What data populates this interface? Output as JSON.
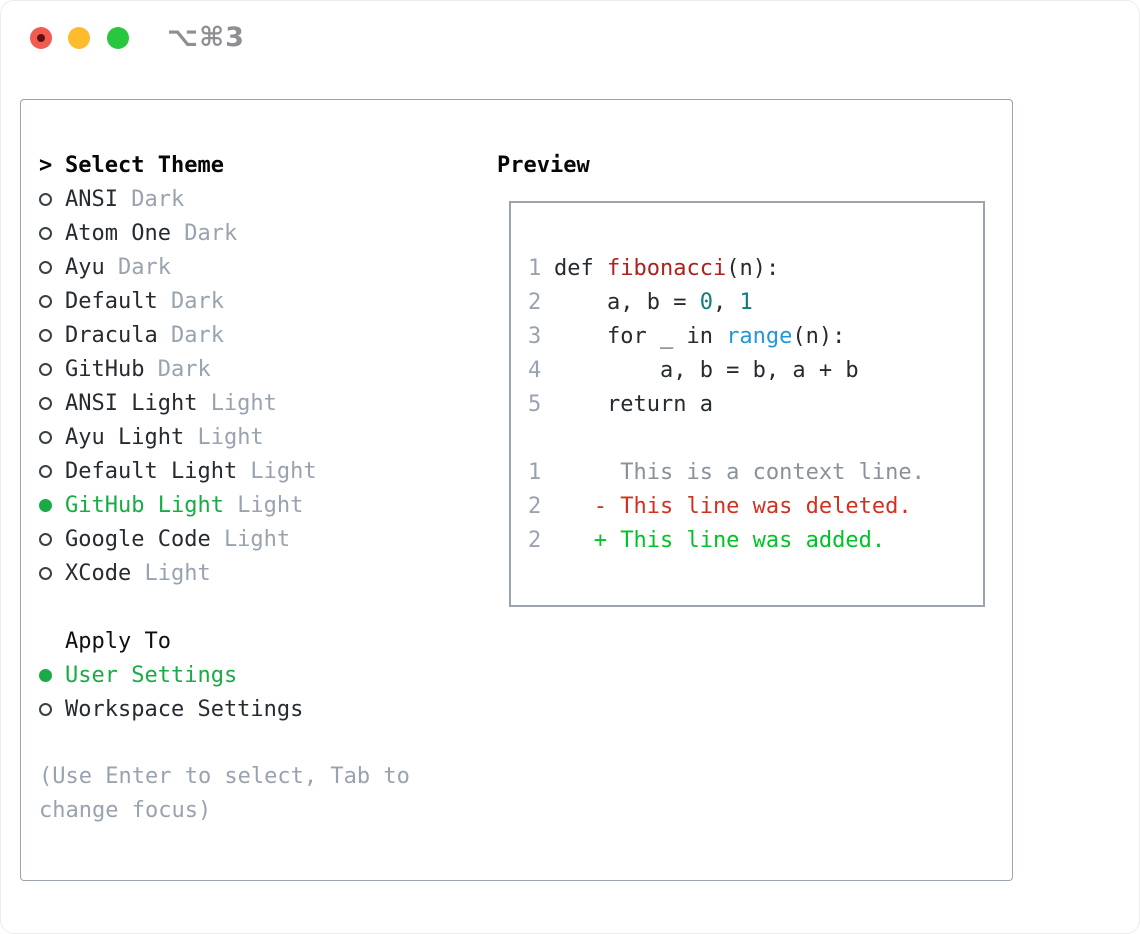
{
  "titlebar": {
    "title": "⌥⌘3"
  },
  "colors": {
    "ink": "#262b31",
    "heading": "#060708",
    "dim": "#99a3af",
    "context": "#8a9199",
    "green-select": "#19ab45",
    "green-added": "#00c326",
    "red-function": "#ae211c",
    "red-deleted": "#d2311f",
    "teal-number": "#0f7d7a",
    "blue-builtin": "#2398d8",
    "panel-border": "#9aa3ae",
    "title-gray": "#8e8e93",
    "circle-stroke": "#3b4148",
    "traffic-red": "#f25b51",
    "traffic-red-dot": "#5f100c",
    "traffic-yellow": "#fdbc2e",
    "traffic-green": "#29c73f"
  },
  "theme_section": {
    "prompt": ">",
    "heading": "Select Theme",
    "items": [
      {
        "name": "ANSI",
        "tag": "Dark",
        "selected": false
      },
      {
        "name": "Atom One",
        "tag": "Dark",
        "selected": false
      },
      {
        "name": "Ayu",
        "tag": "Dark",
        "selected": false
      },
      {
        "name": "Default",
        "tag": "Dark",
        "selected": false
      },
      {
        "name": "Dracula",
        "tag": "Dark",
        "selected": false
      },
      {
        "name": "GitHub",
        "tag": "Dark",
        "selected": false
      },
      {
        "name": "ANSI Light",
        "tag": "Light",
        "selected": false
      },
      {
        "name": "Ayu Light",
        "tag": "Light",
        "selected": false
      },
      {
        "name": "Default Light",
        "tag": "Light",
        "selected": false
      },
      {
        "name": "GitHub Light",
        "tag": "Light",
        "selected": true
      },
      {
        "name": "Google Code",
        "tag": "Light",
        "selected": false
      },
      {
        "name": "XCode",
        "tag": "Light",
        "selected": false
      }
    ]
  },
  "apply_section": {
    "heading": "Apply To",
    "items": [
      {
        "name": "User Settings",
        "selected": true
      },
      {
        "name": "Workspace Settings",
        "selected": false
      }
    ]
  },
  "hint": "(Use Enter to select, Tab to change focus)",
  "preview": {
    "heading": "Preview",
    "lines": [
      {
        "num": "1",
        "segments": [
          {
            "text": "def ",
            "color": "fg"
          },
          {
            "text": "fibonacci",
            "color": "func"
          },
          {
            "text": "(n):",
            "color": "fg"
          }
        ]
      },
      {
        "num": "2",
        "segments": [
          {
            "text": "    a, b = ",
            "color": "fg"
          },
          {
            "text": "0",
            "color": "num"
          },
          {
            "text": ", ",
            "color": "fg"
          },
          {
            "text": "1",
            "color": "num"
          }
        ]
      },
      {
        "num": "3",
        "segments": [
          {
            "text": "    for _ in ",
            "color": "fg"
          },
          {
            "text": "range",
            "color": "builtin"
          },
          {
            "text": "(n):",
            "color": "fg"
          }
        ]
      },
      {
        "num": "4",
        "segments": [
          {
            "text": "        a, b = b, a + b",
            "color": "fg"
          }
        ]
      },
      {
        "num": "5",
        "segments": [
          {
            "text": "    return a",
            "color": "fg"
          }
        ]
      },
      {
        "num": "",
        "segments": []
      },
      {
        "num": "1",
        "segments": [
          {
            "text": "     This is a context line.",
            "color": "context"
          }
        ]
      },
      {
        "num": "2",
        "segments": [
          {
            "text": "   - This line was deleted.",
            "color": "deleted"
          }
        ]
      },
      {
        "num": "2",
        "segments": [
          {
            "text": "   + This line was added.",
            "color": "added"
          }
        ]
      }
    ]
  }
}
